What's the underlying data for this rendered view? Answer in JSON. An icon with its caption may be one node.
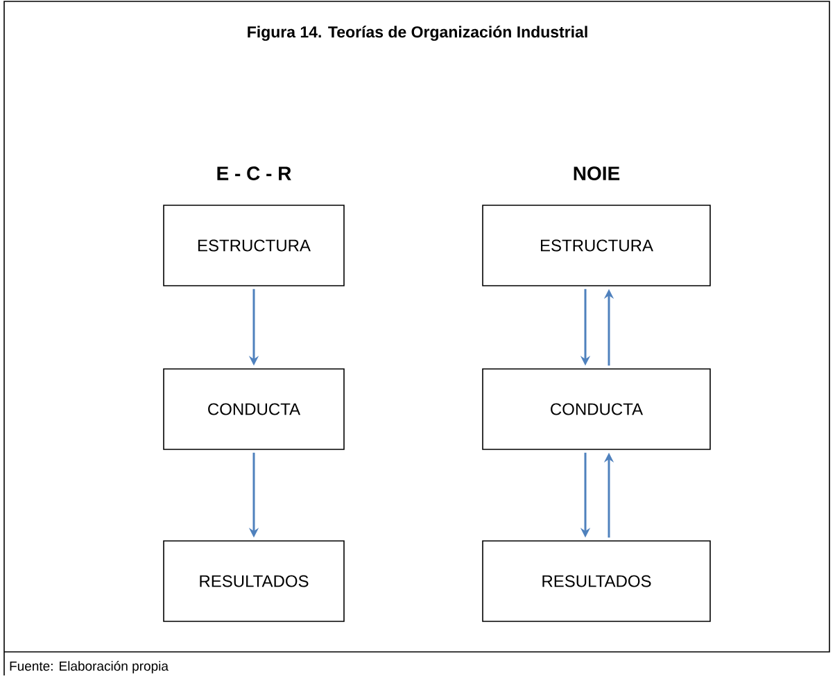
{
  "diagram": {
    "title": "Figura 14. Teorías de Organización Industrial",
    "caption": "Fuente: Elaboración propia",
    "labels": [
      "E - C - R",
      "NOIE"
    ],
    "nodes": [
      {
        "text": [
          "ESTRUCTURA"
        ]
      },
      {
        "text": [
          "ESTRUCTURA"
        ]
      },
      {
        "text": [
          "CONDUCTA"
        ]
      },
      {
        "text": [
          "CONDUCTA"
        ]
      },
      {
        "text": [
          "RESULTADOS"
        ]
      },
      {
        "text": [
          "RESULTADOS"
        ]
      }
    ],
    "edges": [
      {
        "from": 0,
        "to": 2,
        "arrow": "to"
      },
      {
        "from": 2,
        "to": 4,
        "arrow": "to"
      },
      {
        "from": 1,
        "to": 3,
        "arrow": "to"
      },
      {
        "from": 3,
        "to": 1,
        "arrow": "to"
      },
      {
        "from": 3,
        "to": 5,
        "arrow": "to"
      },
      {
        "from": 5,
        "to": 3,
        "arrow": "to"
      }
    ]
  }
}
